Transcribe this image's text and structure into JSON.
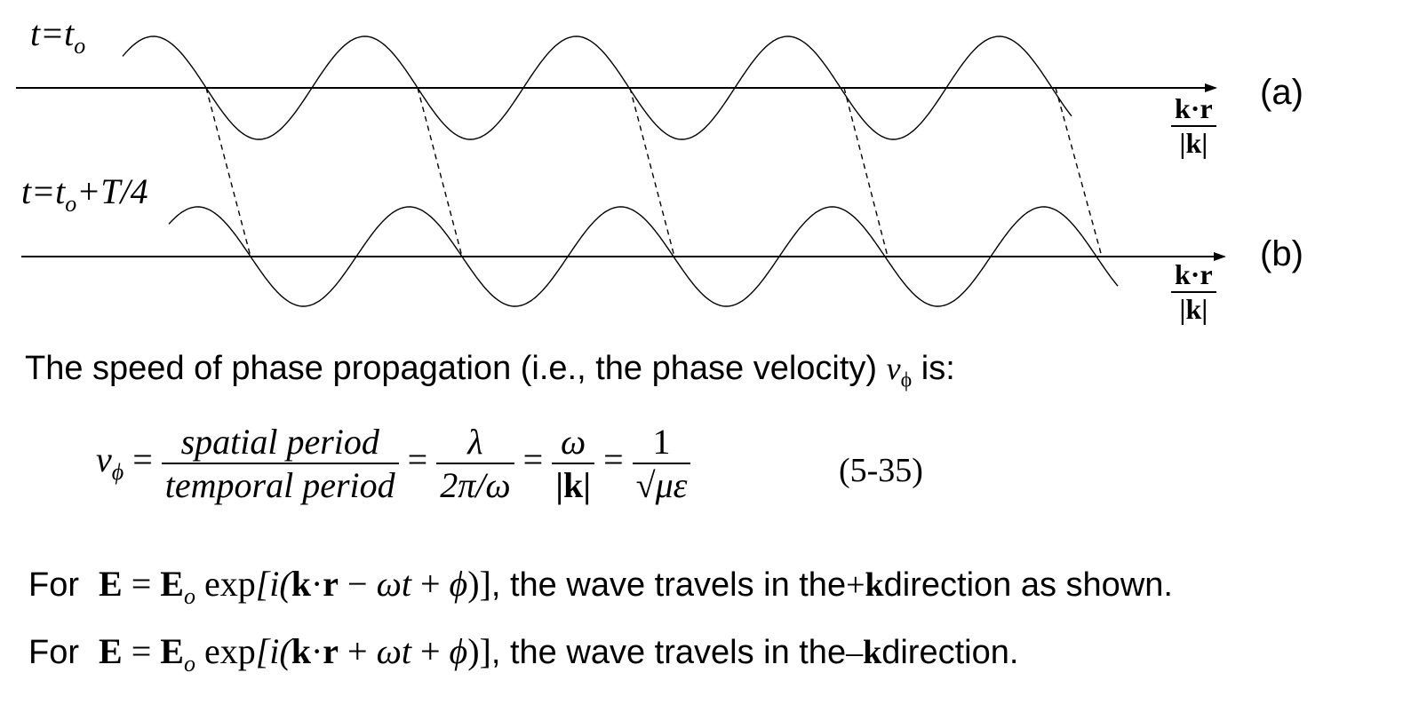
{
  "figure": {
    "panel_a": {
      "time_label_main": "t=t",
      "time_label_sub": "o",
      "panel_label": "(a)",
      "axis_label_num": "k·r",
      "axis_label_den": "|k|"
    },
    "panel_b": {
      "time_label_main": "t=t",
      "time_label_sub": "o",
      "time_label_tail": "+T/4",
      "panel_label": "(b)",
      "axis_label_num": "k·r",
      "axis_label_den": "|k|"
    }
  },
  "text": {
    "intro": "The speed of phase propagation (i.e., the phase velocity) ",
    "intro_symbol": "v",
    "intro_symbol_sub": "ϕ",
    "intro_end": " is:"
  },
  "equation": {
    "lhs": "v",
    "lhs_sub": "ϕ",
    "eq": "=",
    "frac1_num": "spatial period",
    "frac1_den": "temporal period",
    "frac2_num": "λ",
    "frac2_den": "2π/ω",
    "frac3_num": "ω",
    "frac3_den": "|k|",
    "frac4_num": "1",
    "frac4_den": "√με",
    "number": "(5-35)"
  },
  "lines": [
    {
      "lead": "For",
      "formula_E": "E",
      "formula_eq": "=",
      "formula_E0": "E",
      "formula_E0_sub": "o",
      "formula_exp": "exp",
      "formula_open": "[i(",
      "formula_k": "k",
      "formula_dot": "·",
      "formula_r": "r",
      "formula_op": "−",
      "formula_wt": "ωt",
      "formula_plus": "+",
      "formula_phi": "ϕ",
      "formula_close": ")]",
      "tail_1": ", the wave travels in the ",
      "tail_sign": "+",
      "tail_k": "k",
      "tail_2": " direction as shown."
    },
    {
      "lead": "For",
      "formula_E": "E",
      "formula_eq": "=",
      "formula_E0": "E",
      "formula_E0_sub": "o",
      "formula_exp": "exp",
      "formula_open": "[i(",
      "formula_k": "k",
      "formula_dot": "·",
      "formula_r": "r",
      "formula_op": "+",
      "formula_wt": "ωt",
      "formula_plus": "+",
      "formula_phi": "ϕ",
      "formula_close": ")]",
      "tail_1": ", the wave travels in the ",
      "tail_sign": "–",
      "tail_k": "k",
      "tail_2": " direction."
    }
  ]
}
